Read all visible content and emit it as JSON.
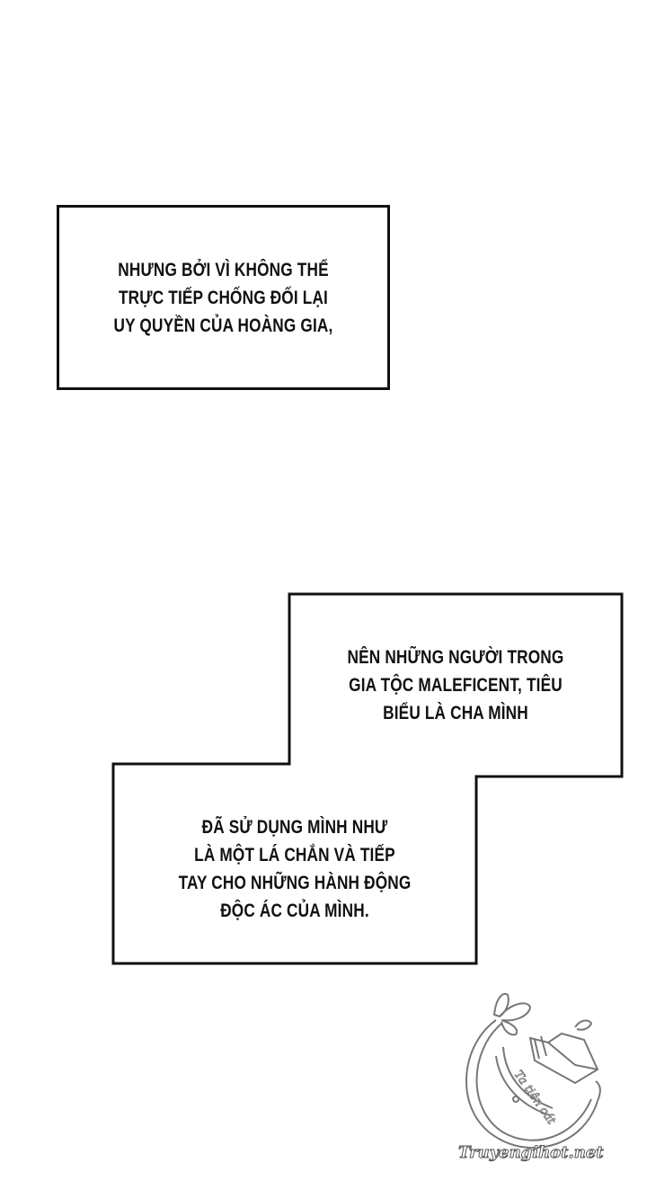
{
  "panels": [
    {
      "lines": [
        "NHƯNG BỞI VÌ KHÔNG THỂ",
        "TRỰC TIẾP CHỐNG ĐỐI LẠI",
        "UY QUYỀN CỦA HOÀNG GIA,"
      ]
    },
    {
      "lines": [
        "NÊN NHỮNG NGƯỜI TRONG",
        "GIA TỘC MALEFICENT, TIÊU",
        "BIỂU LÀ CHA MÌNH"
      ]
    },
    {
      "lines": [
        "ĐÃ SỬ DỤNG MÌNH NHƯ",
        "LÀ MỘT LÁ CHẮN VÀ TIẾP",
        "TAY CHO NHỮNG HÀNH ĐỘNG",
        "ĐỘC ÁC CỦA MÌNH."
      ]
    }
  ],
  "watermark": {
    "logo_script": "Ta tiên cát",
    "site": "Truyengihot.net",
    "icons": [
      "butterfly-icon",
      "open-book-icon",
      "crescent-moon-icon"
    ]
  },
  "colors": {
    "background": "#ffffff",
    "border": "#111111",
    "text": "#111111",
    "watermark": "#666666"
  }
}
